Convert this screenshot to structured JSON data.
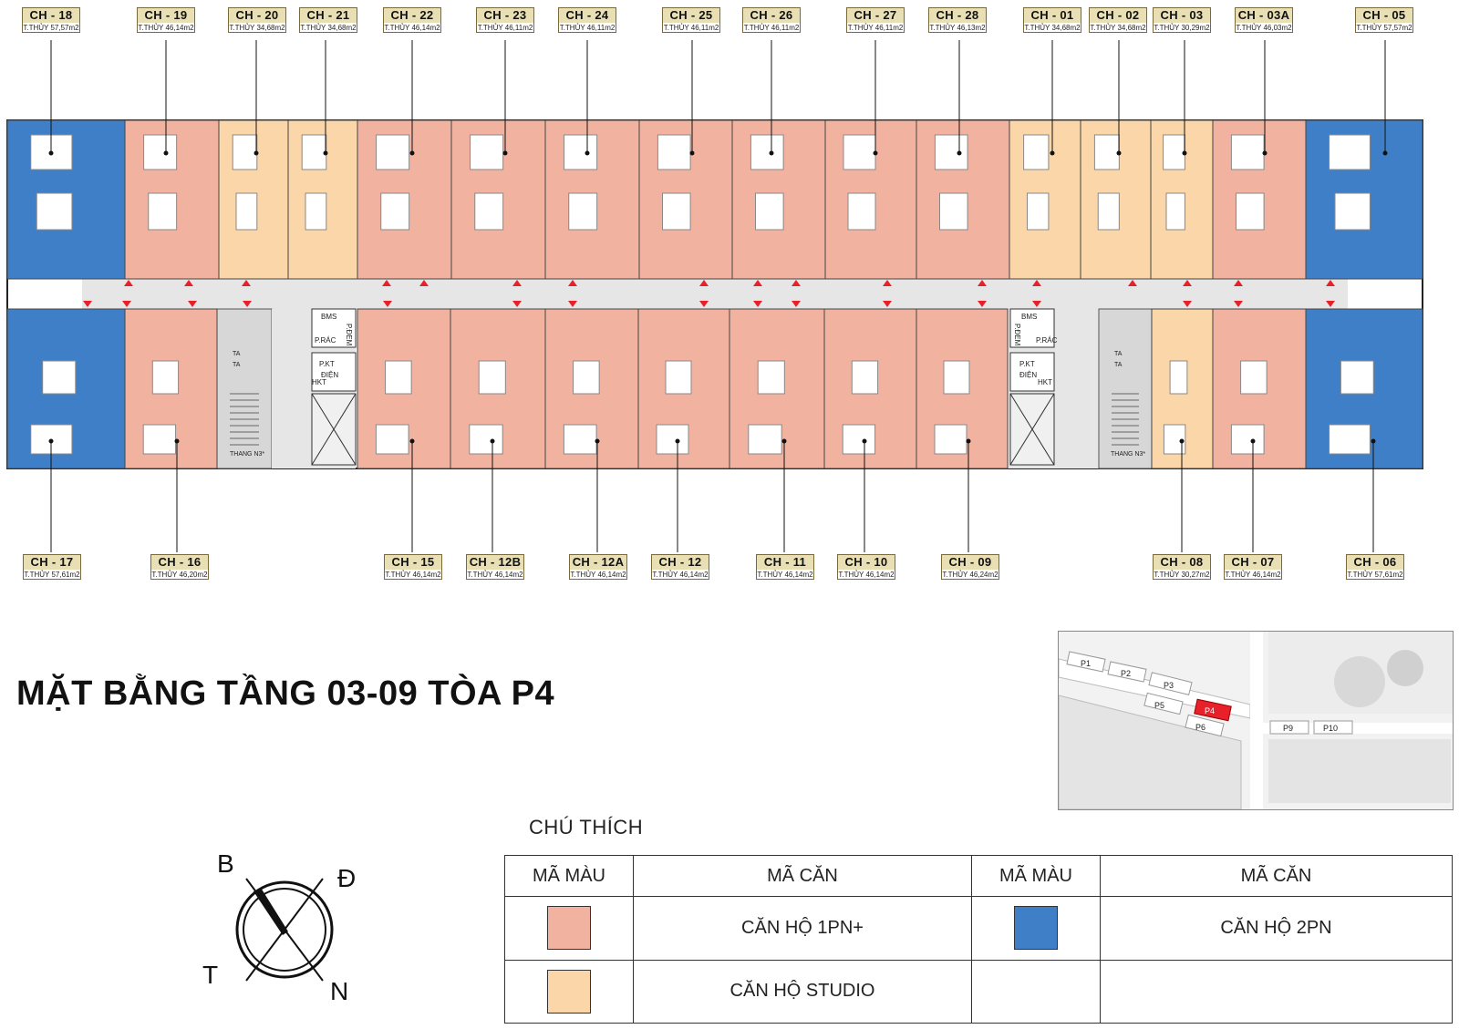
{
  "title": "MẶT BẰNG TẦNG 03-09 TÒA P4",
  "colors": {
    "one_bed_plus": "#f2b2a0",
    "studio": "#fbd6a8",
    "two_bed": "#3f7fc8",
    "corridor": "#e6e6e6",
    "accent": "#e8202a"
  },
  "top_units": [
    {
      "code": "CH - 18",
      "area": "T.THỦY 57,57m2",
      "type": "2pn"
    },
    {
      "code": "CH - 19",
      "area": "T.THỦY 46,14m2",
      "type": "1pn"
    },
    {
      "code": "CH - 20",
      "area": "T.THỦY 34,68m2",
      "type": "studio"
    },
    {
      "code": "CH - 21",
      "area": "T.THỦY 34,68m2",
      "type": "studio"
    },
    {
      "code": "CH - 22",
      "area": "T.THỦY 46,14m2",
      "type": "1pn"
    },
    {
      "code": "CH - 23",
      "area": "T.THỦY 46,11m2",
      "type": "1pn"
    },
    {
      "code": "CH - 24",
      "area": "T.THỦY 46,11m2",
      "type": "1pn"
    },
    {
      "code": "CH - 25",
      "area": "T.THỦY 46,11m2",
      "type": "1pn"
    },
    {
      "code": "CH - 26",
      "area": "T.THỦY 46,11m2",
      "type": "1pn"
    },
    {
      "code": "CH - 27",
      "area": "T.THỦY 46,11m2",
      "type": "1pn"
    },
    {
      "code": "CH - 28",
      "area": "T.THỦY 46,13m2",
      "type": "1pn"
    },
    {
      "code": "CH - 01",
      "area": "T.THỦY 34,68m2",
      "type": "studio"
    },
    {
      "code": "CH - 02",
      "area": "T.THỦY 34,68m2",
      "type": "studio"
    },
    {
      "code": "CH - 03",
      "area": "T.THỦY 30,29m2",
      "type": "studio"
    },
    {
      "code": "CH - 03A",
      "area": "T.THỦY 46,03m2",
      "type": "1pn"
    },
    {
      "code": "CH - 05",
      "area": "T.THỦY 57,57m2",
      "type": "2pn"
    }
  ],
  "bottom_units": [
    {
      "code": "CH - 17",
      "area": "T.THỦY 57,61m2",
      "type": "2pn"
    },
    {
      "code": "CH - 16",
      "area": "T.THỦY 46,20m2",
      "type": "1pn"
    },
    {
      "code": "CH - 15",
      "area": "T.THỦY 46,14m2",
      "type": "1pn"
    },
    {
      "code": "CH - 12B",
      "area": "T.THỦY 46,14m2",
      "type": "1pn"
    },
    {
      "code": "CH - 12A",
      "area": "T.THỦY 46,14m2",
      "type": "1pn"
    },
    {
      "code": "CH - 12",
      "area": "T.THỦY 46,14m2",
      "type": "1pn"
    },
    {
      "code": "CH - 11",
      "area": "T.THỦY 46,14m2",
      "type": "1pn"
    },
    {
      "code": "CH - 10",
      "area": "T.THỦY 46,14m2",
      "type": "1pn"
    },
    {
      "code": "CH - 09",
      "area": "T.THỦY 46,24m2",
      "type": "1pn"
    },
    {
      "code": "CH - 08",
      "area": "T.THỦY 30,27m2",
      "type": "studio"
    },
    {
      "code": "CH - 07",
      "area": "T.THỦY 46,14m2",
      "type": "1pn"
    },
    {
      "code": "CH - 06",
      "area": "T.THỦY 57,61m2",
      "type": "2pn"
    }
  ],
  "core_labels": {
    "stair": "THANG N3*",
    "ta": "TA",
    "hkt": "HKT",
    "trash": "P.RÁC",
    "electrical_1": "P.KT",
    "electrical_2": "ĐIỆN",
    "bms": "BMS",
    "pdem": "P.ĐEM"
  },
  "legend": {
    "title": "CHÚ THÍCH",
    "col_color": "MÃ MÀU",
    "col_code": "MÃ CĂN",
    "row1_left": "CĂN HỘ 1PN+",
    "row1_right": "CĂN HỘ 2PN",
    "row2_left": "CĂN HỘ STUDIO"
  },
  "compass": {
    "north_vn": "B",
    "east": "Đ",
    "west": "T",
    "south": "N"
  },
  "site_map": {
    "lots": [
      "P1",
      "P2",
      "P3",
      "P4",
      "P5",
      "P6",
      "P9",
      "P10"
    ],
    "highlight": "P4"
  }
}
